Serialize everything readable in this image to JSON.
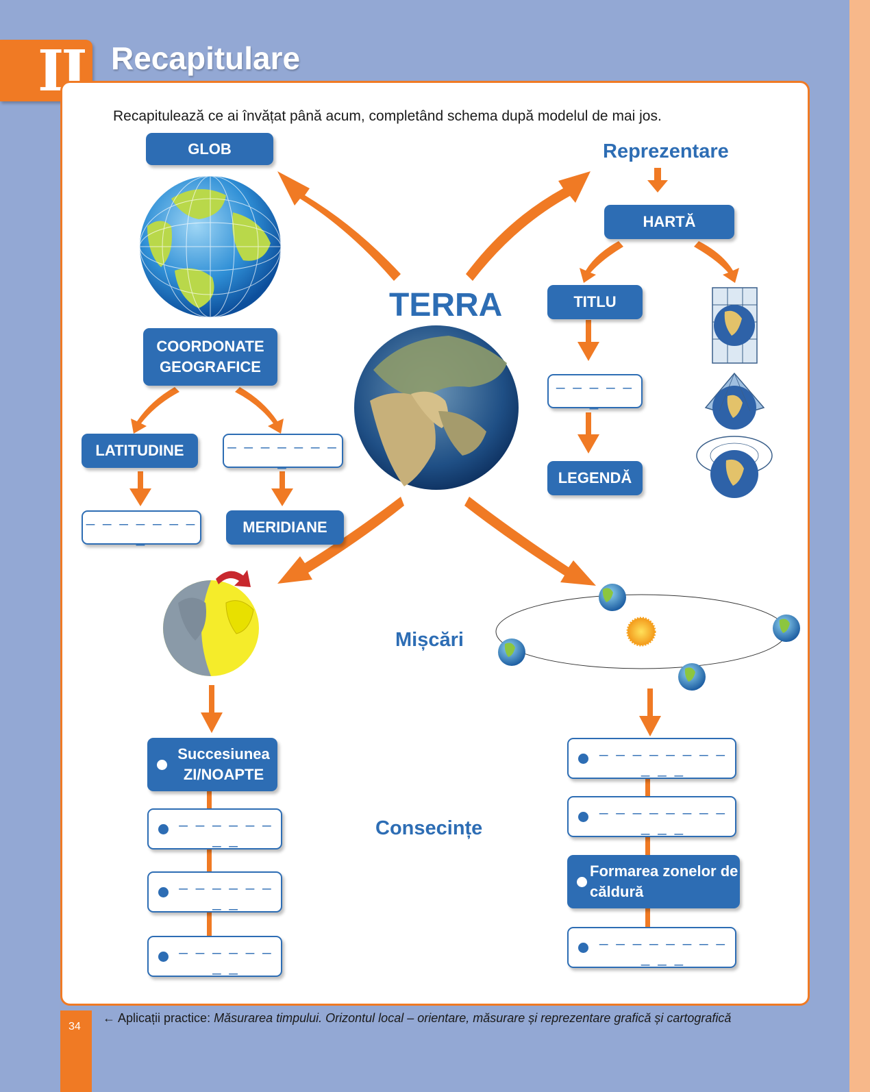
{
  "chapter": {
    "number": "II",
    "title": "Recapitulare"
  },
  "instruction": "Recapitulează ce ai învățat până acum, completând schema după modelul de mai jos.",
  "center": {
    "title": "TERRA"
  },
  "left_top": {
    "glob": "GLOB",
    "coordinates": "COORDONATE GEOGRAFICE",
    "latitude": "LATITUDINE",
    "blank_right": "_ _ _ _ _ _ _ _",
    "blank_left": "_ _ _ _ _ _ _ _",
    "meridians": "MERIDIANE"
  },
  "right_top": {
    "heading": "Reprezentare",
    "map": "HARTĂ",
    "title_box": "TITLU",
    "blank": "_ _ _ _ _ _",
    "legend": "LEGENDĂ"
  },
  "middle": {
    "movements": "Mișcări",
    "consequences": "Consecințe"
  },
  "left_bottom": {
    "items": [
      {
        "text": "Succesiunea ZI/NOAPTE"
      },
      {
        "text": "_ _ _ _ _ _ _ _"
      },
      {
        "text": "_ _ _ _ _ _ _ _"
      },
      {
        "text": "_ _ _ _ _ _ _ _"
      }
    ]
  },
  "right_bottom": {
    "items": [
      {
        "text": "_ _ _ _ _ _ _ _ _ _ _"
      },
      {
        "text": "_ _ _ _ _ _ _ _ _ _ _"
      },
      {
        "text": "Formarea zonelor de căldură"
      },
      {
        "text": "_ _ _ _ _ _ _ _ _ _ _"
      }
    ]
  },
  "footer": {
    "page_number": "34",
    "arrow": "←",
    "label": "Aplicații practice:",
    "text": "Măsurarea timpului. Orizontul local – orientare, măsurare și reprezentare grafică și cartografică"
  },
  "colors": {
    "accent": "#f07a24",
    "blue": "#2d6db4",
    "background": "#93a8d4"
  }
}
